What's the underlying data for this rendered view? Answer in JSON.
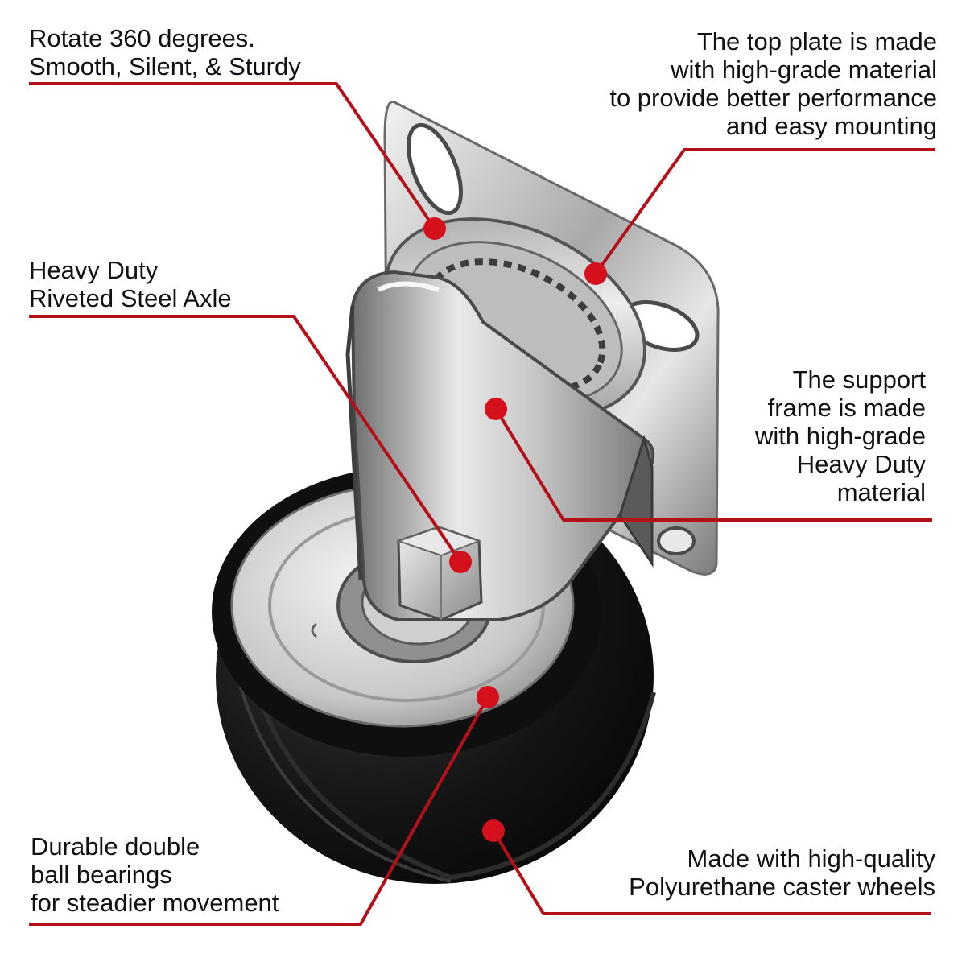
{
  "callouts": {
    "rotate": {
      "lines": [
        "Rotate 360 degrees.",
        "Smooth, Silent, & Sturdy"
      ]
    },
    "top_plate": {
      "lines": [
        "The top plate is made",
        "with high-grade material",
        "to provide better performance",
        "and easy mounting"
      ]
    },
    "axle": {
      "lines": [
        "Heavy Duty",
        "Riveted Steel Axle"
      ]
    },
    "support_frame": {
      "lines": [
        "The support",
        "frame is made",
        "with high-grade",
        "Heavy Duty",
        "material"
      ]
    },
    "bearings": {
      "lines": [
        "Durable double",
        "ball bearings",
        "for steadier movement"
      ]
    },
    "wheels": {
      "lines": [
        "Made with high-quality",
        "Polyurethane caster wheels"
      ]
    }
  },
  "colors": {
    "leader": "#b3101a",
    "dot": "#d3101c",
    "text": "#111111"
  },
  "icons": {
    "illustration": "swivel-caster-wheel"
  }
}
